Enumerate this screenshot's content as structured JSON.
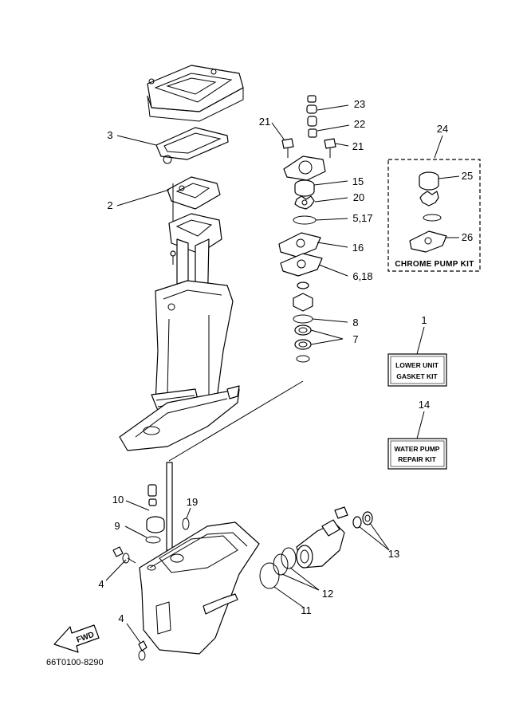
{
  "callouts": [
    {
      "id": "c3",
      "label": "3"
    },
    {
      "id": "c2",
      "label": "2"
    },
    {
      "id": "c21a",
      "label": "21"
    },
    {
      "id": "c23",
      "label": "23"
    },
    {
      "id": "c22",
      "label": "22"
    },
    {
      "id": "c21b",
      "label": "21"
    },
    {
      "id": "c15",
      "label": "15"
    },
    {
      "id": "c20",
      "label": "20"
    },
    {
      "id": "c517",
      "label": "5,17"
    },
    {
      "id": "c16",
      "label": "16"
    },
    {
      "id": "c618",
      "label": "6,18"
    },
    {
      "id": "c8",
      "label": "8"
    },
    {
      "id": "c7",
      "label": "7"
    },
    {
      "id": "c24",
      "label": "24"
    },
    {
      "id": "c25",
      "label": "25"
    },
    {
      "id": "c26",
      "label": "26"
    },
    {
      "id": "c1",
      "label": "1"
    },
    {
      "id": "c14",
      "label": "14"
    },
    {
      "id": "c10",
      "label": "10"
    },
    {
      "id": "c19",
      "label": "19"
    },
    {
      "id": "c9",
      "label": "9"
    },
    {
      "id": "c4a",
      "label": "4"
    },
    {
      "id": "c13",
      "label": "13"
    },
    {
      "id": "c12",
      "label": "12"
    },
    {
      "id": "c11",
      "label": "11"
    },
    {
      "id": "c4b",
      "label": "4"
    }
  ],
  "kits": {
    "chrome_pump_kit": "CHROME PUMP KIT",
    "lower_unit_gasket_kit": [
      "LOWER UNIT",
      "GASKET KIT"
    ],
    "water_pump_repair_kit": [
      "WATER PUMP",
      "REPAIR KIT"
    ]
  },
  "fwd_label": "FWD",
  "document_number": "66T0100-8290"
}
